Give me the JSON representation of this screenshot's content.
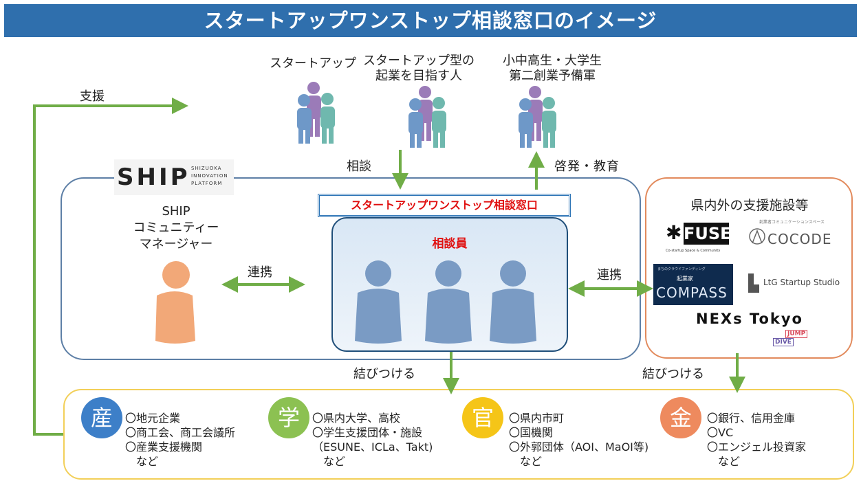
{
  "title": "スタートアップワンストップ相談窓口のイメージ",
  "top_groups": [
    {
      "lines": [
        "スタートアップ"
      ]
    },
    {
      "lines": [
        "スタートアップ型の",
        "起業を目指す人"
      ]
    },
    {
      "lines": [
        "小中高生・大学生",
        "第二創業予備軍"
      ]
    }
  ],
  "arrows": {
    "support": "支援",
    "consult": "相談",
    "enlighten": "啓発・教育",
    "link_left": "連携",
    "link_right": "連携",
    "connect_left": "結びつける",
    "connect_right": "結びつける"
  },
  "ship": {
    "logo_text": "SHIP",
    "logo_sub": [
      "SHIZUOKA",
      "INNOVATION",
      "PLATFORM"
    ],
    "label_lines": [
      "SHIP",
      "コミュニティー",
      "マネージャー"
    ]
  },
  "consult_window": {
    "label": "スタートアップワンストップ相談窓口",
    "staff_label": "相談員"
  },
  "facilities": {
    "heading": "県内外の支援施設等",
    "logos": {
      "fuse": "FUSE",
      "fuse_sub": "Co-startup Space & Community",
      "cocode": "COCODE",
      "cocode_sub": "創業者コミュニケーションスペース",
      "compass_small": "まちのクラウドファンディング",
      "compass_jp": "起業家",
      "compass": "COMPASS",
      "ltg": "LtG Startup Studio",
      "nexs": "NEXs Tokyo",
      "jump": "JUMP",
      "dive": "DIVE"
    }
  },
  "sectors": [
    {
      "char": "産",
      "color": "#3d7fc8",
      "items": [
        "〇地元企業",
        "〇商工会、商工会議所",
        "〇産業支援機関",
        "　など"
      ]
    },
    {
      "char": "学",
      "color": "#8cc152",
      "items": [
        "〇県内大学、高校",
        "〇学生支援団体・施設",
        "（ESUNE、ICLa、Takt)",
        "　など"
      ]
    },
    {
      "char": "官",
      "color": "#f5c518",
      "items": [
        "〇県内市町",
        "〇国機関",
        "〇外郭団体（AOI、MaOI等)",
        "　など"
      ]
    },
    {
      "char": "金",
      "color": "#ee8a5e",
      "items": [
        "〇銀行、信用金庫",
        "〇VC",
        "〇エンジェル投資家",
        "　など"
      ]
    }
  ],
  "colors": {
    "title_bar": "#2f6fad",
    "arrow": "#70ad47",
    "red": "#e01010"
  }
}
